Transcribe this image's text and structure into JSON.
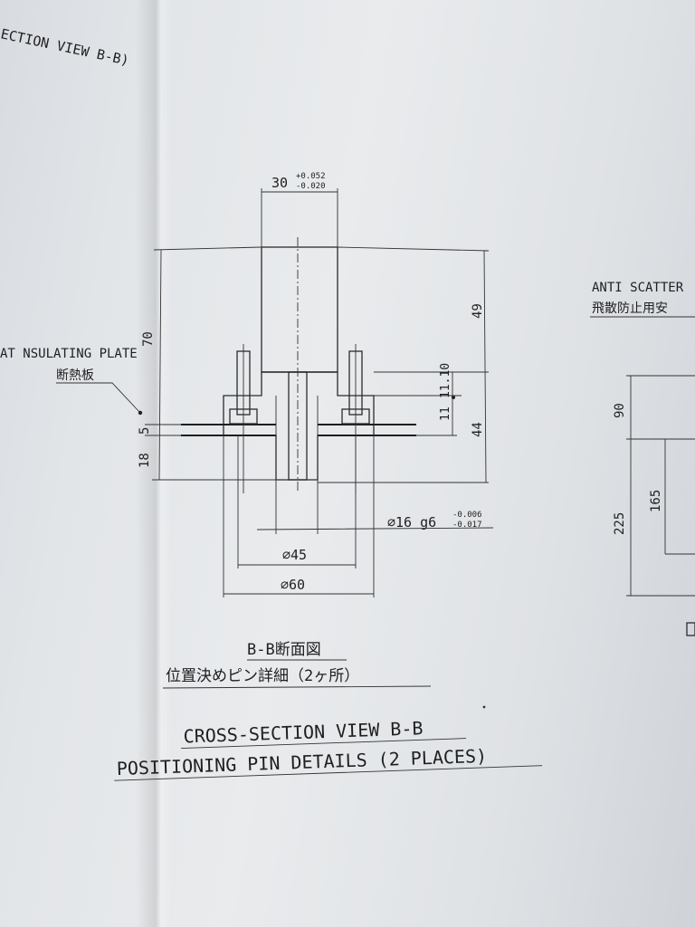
{
  "header": {
    "partial_title": "ECTION VIEW B-B)"
  },
  "labels": {
    "insulating_plate_en": "AT NSULATING PLATE",
    "insulating_plate_jp": "断熱板",
    "anti_scatter_en": "ANTI SCATTER",
    "anti_scatter_jp": "飛散防止用安"
  },
  "dimensions": {
    "top_width": "30",
    "top_tol_upper": "+0.052",
    "top_tol_lower": "-0.020",
    "d70": "70",
    "d5": "5",
    "d18": "18",
    "d49": "49",
    "d11_10": "11.10",
    "d11": "11",
    "d44": "44",
    "pin_dia": "∅16 g6",
    "pin_tol_upper": "-0.006",
    "pin_tol_lower": "-0.017",
    "d45": "∅45",
    "d60": "∅60",
    "right_90": "90",
    "right_225": "225",
    "right_165": "165"
  },
  "captions": {
    "jp_title": "B-B断面図",
    "jp_subtitle": "位置決めピン詳細（2ヶ所）",
    "en_title": "CROSS-SECTION VIEW B-B",
    "en_subtitle": "POSITIONING PIN DETAILS (2 PLACES)"
  }
}
